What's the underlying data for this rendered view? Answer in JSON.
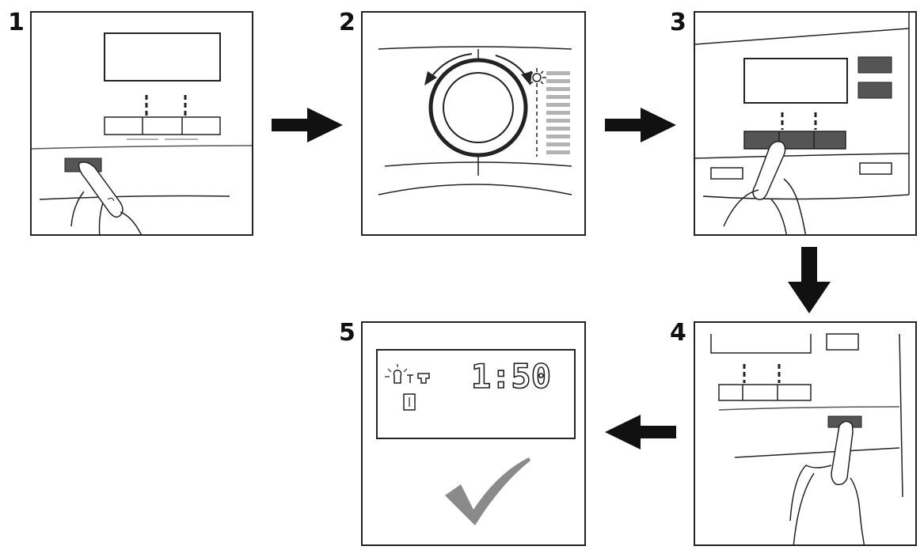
{
  "steps": [
    {
      "number": "1"
    },
    {
      "number": "2"
    },
    {
      "number": "3"
    },
    {
      "number": "4"
    },
    {
      "number": "5",
      "display_time": "1:50"
    }
  ],
  "colors": {
    "outline": "#222222",
    "button_dark": "#555555",
    "scale_bar": "#b3b3b3",
    "checkmark": "#8a8a8a"
  }
}
